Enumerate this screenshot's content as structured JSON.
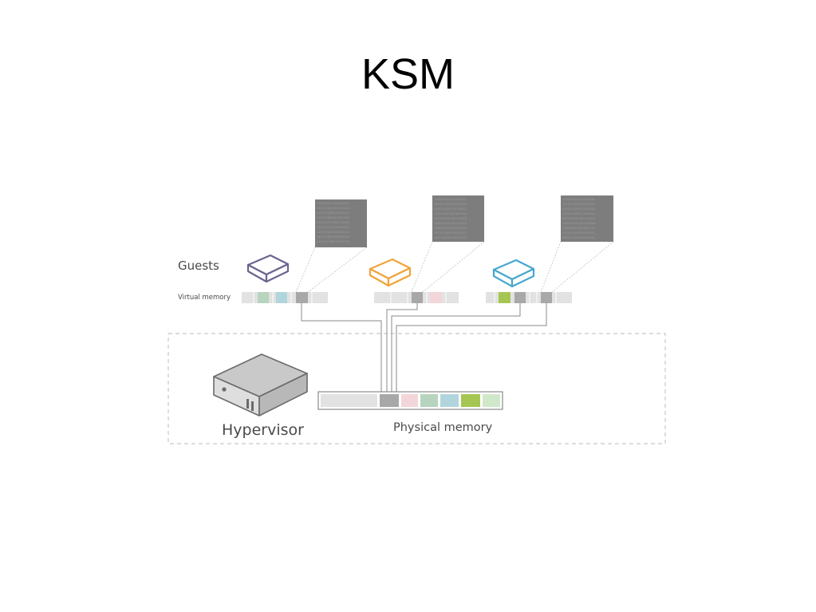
{
  "title": "KSM",
  "labels": {
    "guests": "Guests",
    "virtual_memory": "Virtual memory",
    "hypervisor": "Hypervisor",
    "physical_memory": "Physical memory"
  },
  "guests": [
    {
      "outline_color": "#6a6590"
    },
    {
      "outline_color": "#f0a43a"
    },
    {
      "outline_color": "#47a7cf"
    }
  ],
  "colors": {
    "shared_page": "#a8a8a8",
    "empty_page": "#e2e2e2",
    "pink_page": "#f3d6d9",
    "green_page": "#b7d4be",
    "teal_page": "#b1d5dc",
    "lime_page": "#a6c653",
    "light_green_page": "#cfe8c9",
    "dashed_border": "#c8c8c8",
    "lines": "#8a8a8a"
  }
}
